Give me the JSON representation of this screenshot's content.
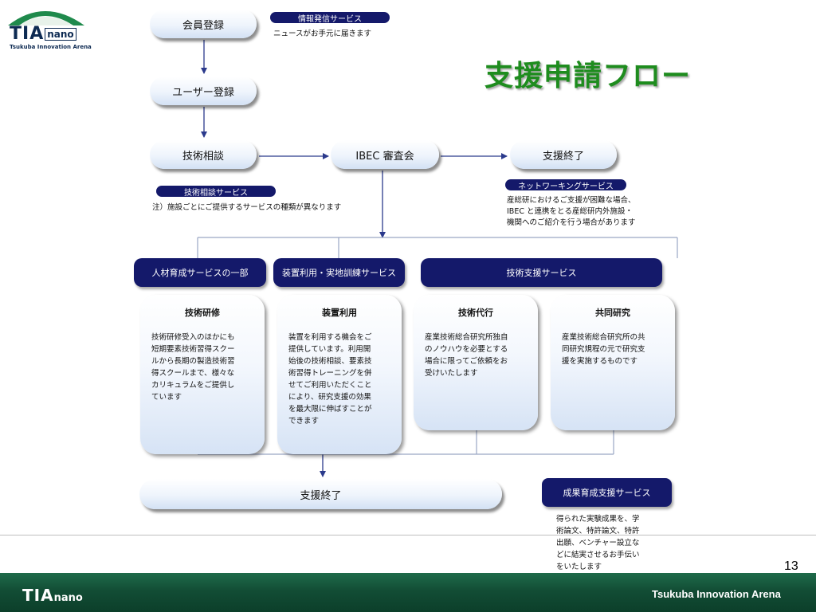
{
  "logo": {
    "brand": "TIA",
    "brand_suffix": "nano",
    "subtitle": "Tsukuba Innovation Arena"
  },
  "title": "支援申請フロー",
  "flow": {
    "member_registration": "会員登録",
    "user_registration": "ユーザー登録",
    "consultation": "技術相談",
    "review": "IBEC 審査会",
    "end_top": "支援終了",
    "end_bottom": "支援終了"
  },
  "info_service": {
    "label": "情報発信サービス",
    "desc": "ニュースがお手元に届きます"
  },
  "consult_service": {
    "label": "技術相談サービス",
    "note": "注）施設ごとにご提供するサービスの種類が異なります"
  },
  "networking_service": {
    "label": "ネットワーキングサービス",
    "lines": [
      "産総研におけるご支援が困難な場合、",
      "IBEC と連携をとる産総研内外施設・",
      "機関へのご紹介を行う場合があります"
    ]
  },
  "categories": {
    "hr": "人材育成サービスの一部",
    "equipment": "装置利用・実地訓練サービス",
    "tech_support": "技術支援サービス"
  },
  "cards": [
    {
      "title": "技術研修",
      "lines": [
        "技術研修受入のほかにも",
        "短期要素技術習得スクー",
        "ルから長期の製造技術習",
        "得スクールまで、様々な",
        "カリキュラムをご提供し",
        "ています"
      ]
    },
    {
      "title": "装置利用",
      "lines": [
        "装置を利用する機会をご",
        "提供しています。利用開",
        "始後の技術相談、要素技",
        "術習得トレーニングを併",
        "せてご利用いただくこと",
        "により、研究支援の効果",
        "を最大限に伸ばすことが",
        "できます"
      ]
    },
    {
      "title": "技術代行",
      "lines": [
        "産業技術総合研究所独自",
        "のノウハウを必要とする",
        "場合に限ってご依頼をお",
        "受けいたします"
      ]
    },
    {
      "title": "共同研究",
      "lines": [
        "産業技術総合研究所の共",
        "同研究規程の元で研究支",
        "援を実施するものです"
      ]
    }
  ],
  "results_service": {
    "label": "成果育成支援サービス",
    "lines": [
      "得られた実験成果を、学",
      "術論文、特許論文、特許",
      "出願、ベンチャー設立な",
      "どに結実させるお手伝い",
      "をいたします"
    ]
  },
  "footer": {
    "page_number": "13",
    "arena": "Tsukuba Innovation Arena",
    "brand": "TIA",
    "brand_suffix": "nano"
  },
  "colors": {
    "banner": "#14196a",
    "title_green": "#1e8c1e",
    "connector": "#2b3a8c",
    "footer_green": "#124d35"
  }
}
